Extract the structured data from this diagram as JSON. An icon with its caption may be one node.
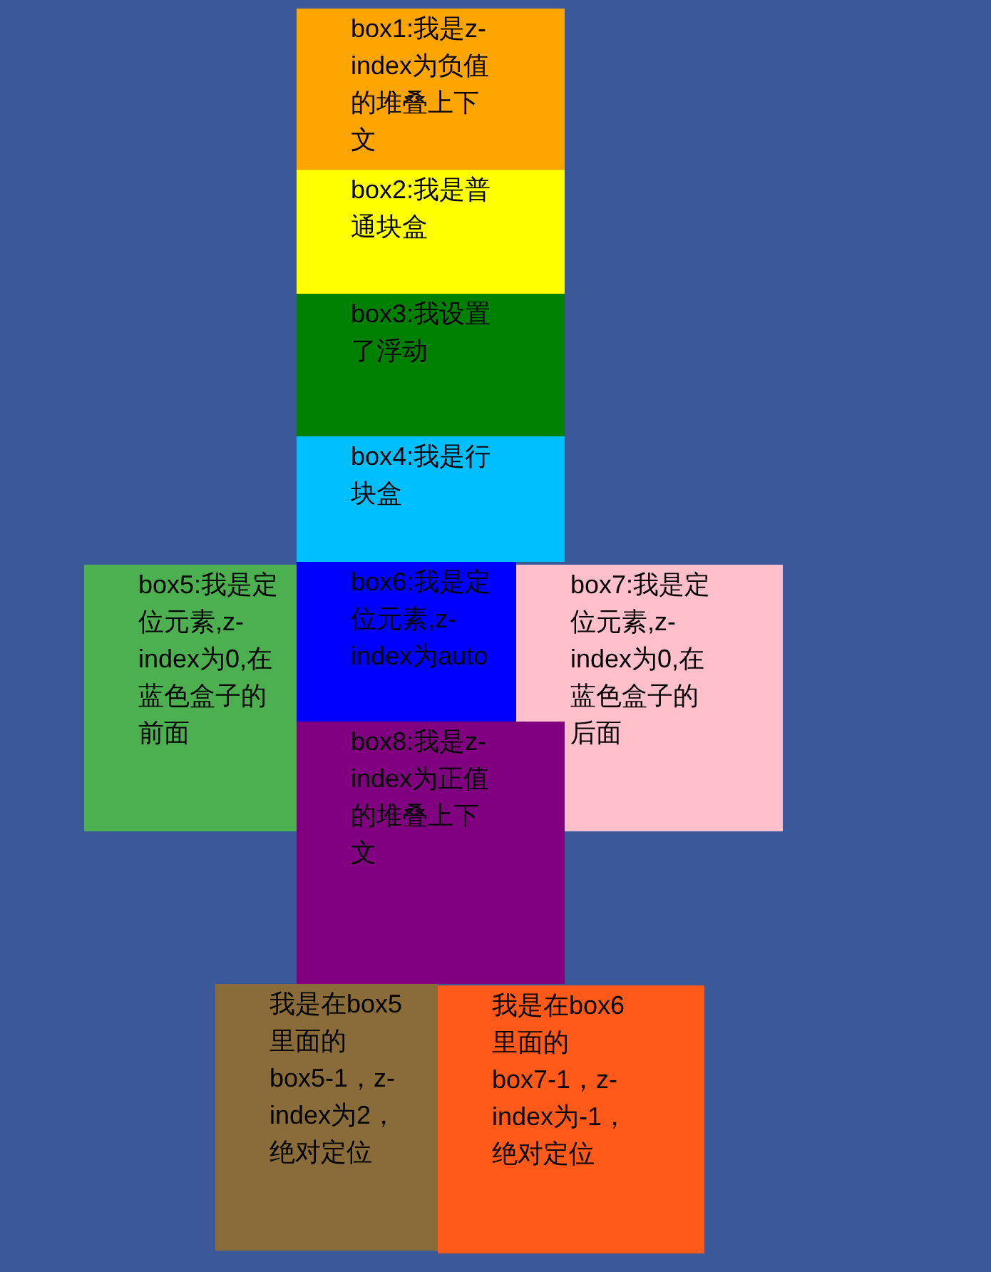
{
  "diagram": {
    "nodes": [
      {
        "text": [
          "box1:我是z-index为负值的堆叠上下文"
        ]
      },
      {
        "text": [
          "box2:我是普通块盒"
        ]
      },
      {
        "text": [
          "box3:我设置了浮动"
        ]
      },
      {
        "text": [
          "box4:我是行块盒"
        ]
      },
      {
        "text": [
          "box5:我是定位元素,z-index为0,在蓝色盒子的前面"
        ]
      },
      {
        "text": [
          "box6:我是定位元素,z-index为auto"
        ]
      },
      {
        "text": [
          "box7:我是定位元素,z-index为0,在蓝色盒子的后面"
        ]
      },
      {
        "text": [
          "box8:我是z-index为正值的堆叠上下文"
        ]
      },
      {
        "text": [
          "我是在box5里面的box5-1，z-index为2，绝对定位"
        ]
      },
      {
        "text": [
          "我是在box6里面的box7-1，z-index为-1，绝对定位"
        ]
      }
    ]
  }
}
